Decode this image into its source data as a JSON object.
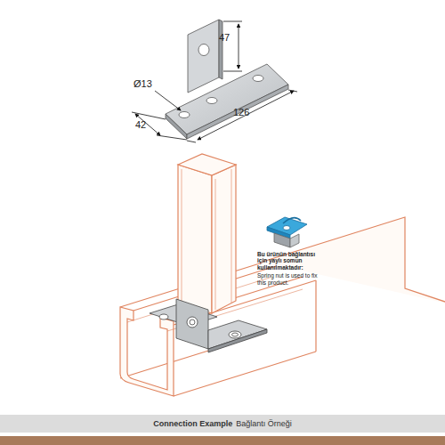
{
  "diagram": {
    "labels": [
      "47",
      "Ø13",
      "42",
      "126",
      "Bu ürünün bağlantısı için yaylı somun kullanılmaktadır:",
      "Spring nut is used to fix this product.",
      "Connection Example",
      "Bağlantı Örneği"
    ]
  }
}
